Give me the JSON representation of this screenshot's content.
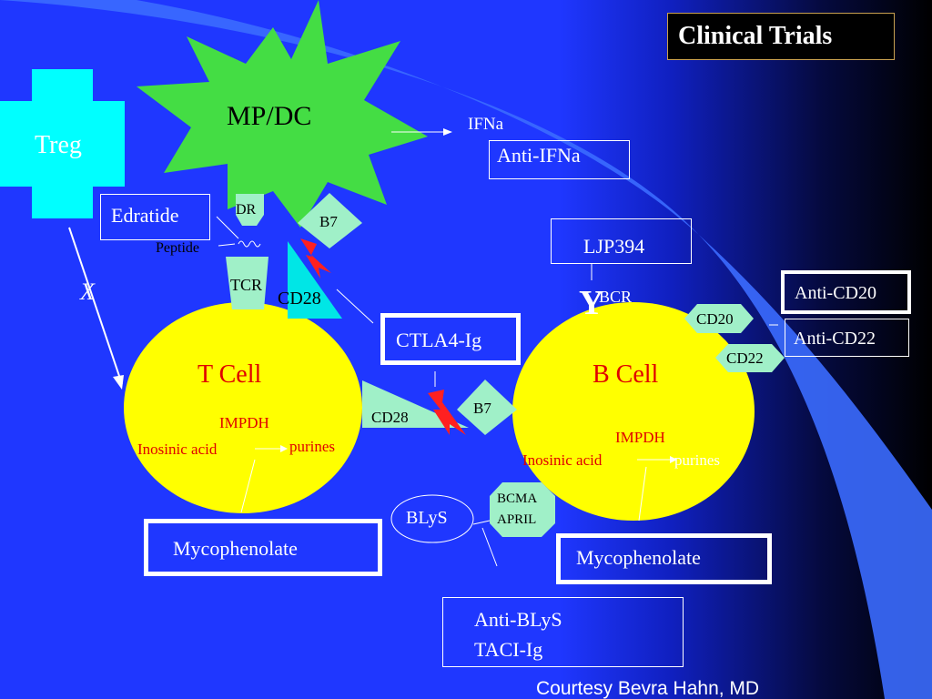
{
  "title": "Clinical Trials",
  "credit": "Courtesy Bevra Hahn, MD",
  "colors": {
    "background": "#1f37ff",
    "cell": "#ffff00",
    "receptor": "#a0f0c8",
    "treg": "#00ffff",
    "mpdc": "#44dd44",
    "bolt": "#ff2020",
    "enzyme_text": "#e00000"
  },
  "nodes": {
    "treg": "Treg",
    "mpdc": "MP/DC",
    "t_cell": "T Cell",
    "b_cell": "B Cell",
    "dr": "DR",
    "peptide": "Peptide",
    "tcr": "TCR",
    "cd28_t_top": "CD28",
    "cd28_t_right": "CD28",
    "b7_top": "B7",
    "b7_bottom": "B7",
    "ifna": "IFNa",
    "bcr": "BCR",
    "bcr_symbol": "Y",
    "cd20": "CD20",
    "cd22": "CD22",
    "blys": "BLyS",
    "bcma": "BCMA",
    "april": "APRIL",
    "block_mark": "X",
    "t_impdh": "IMPDH",
    "t_inosinic": "Inosinic acid",
    "t_purines": "purines",
    "b_impdh": "IMPDH",
    "b_inosinic": "Inosinic acid",
    "b_purines": "purines"
  },
  "drugs": {
    "edratide": "Edratide",
    "anti_ifna": "Anti-IFNa",
    "ljp394": "LJP394",
    "ctla4ig": "CTLA4-Ig",
    "anti_cd20": "Anti-CD20",
    "anti_cd22": "Anti-CD22",
    "mycophenolate_t": "Mycophenolate",
    "mycophenolate_b": "Mycophenolate",
    "anti_blys": "Anti-BLyS",
    "taci_ig": "TACI-Ig"
  }
}
